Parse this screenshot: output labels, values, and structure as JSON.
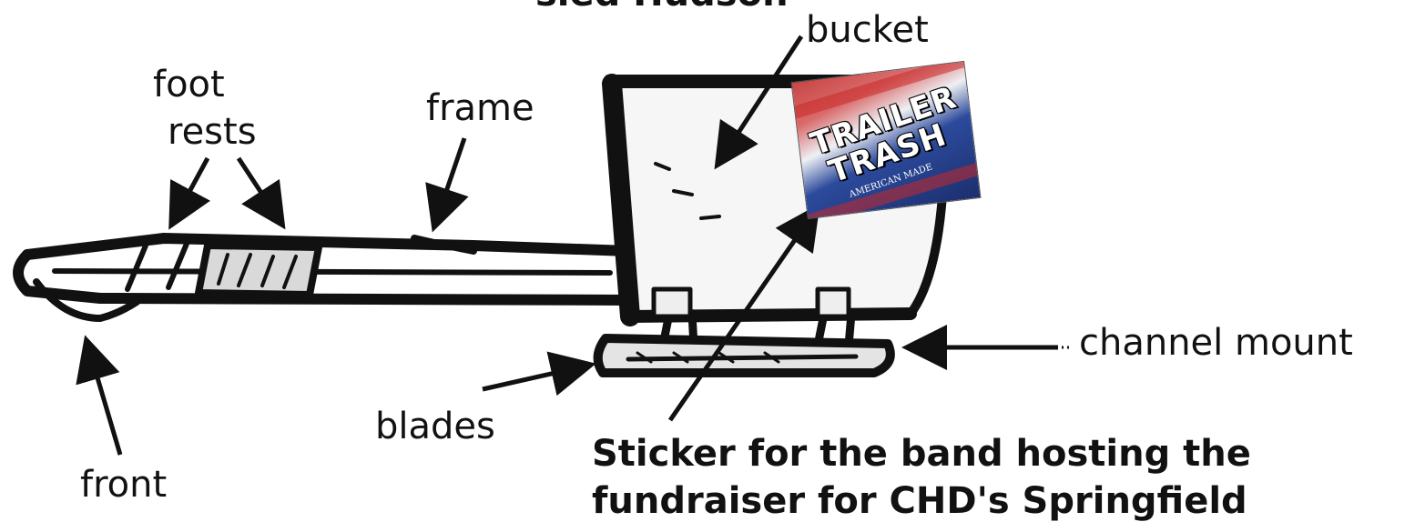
{
  "labels": {
    "top_cut": "sled Hudson",
    "bucket": "bucket",
    "foot": "foot",
    "rests": "rests",
    "frame": "frame",
    "channel_mount": "channel mount",
    "blades": "blades",
    "front": "front",
    "caption_line1": "Sticker for the band hosting the",
    "caption_line2": "fundraiser for CHD's Springfield"
  },
  "sticker": {
    "line1": "TRAILER",
    "line2": "TRASH",
    "line3": "AMERICAN MADE"
  },
  "colors": {
    "ink": "#111111",
    "background": "#ffffff"
  }
}
